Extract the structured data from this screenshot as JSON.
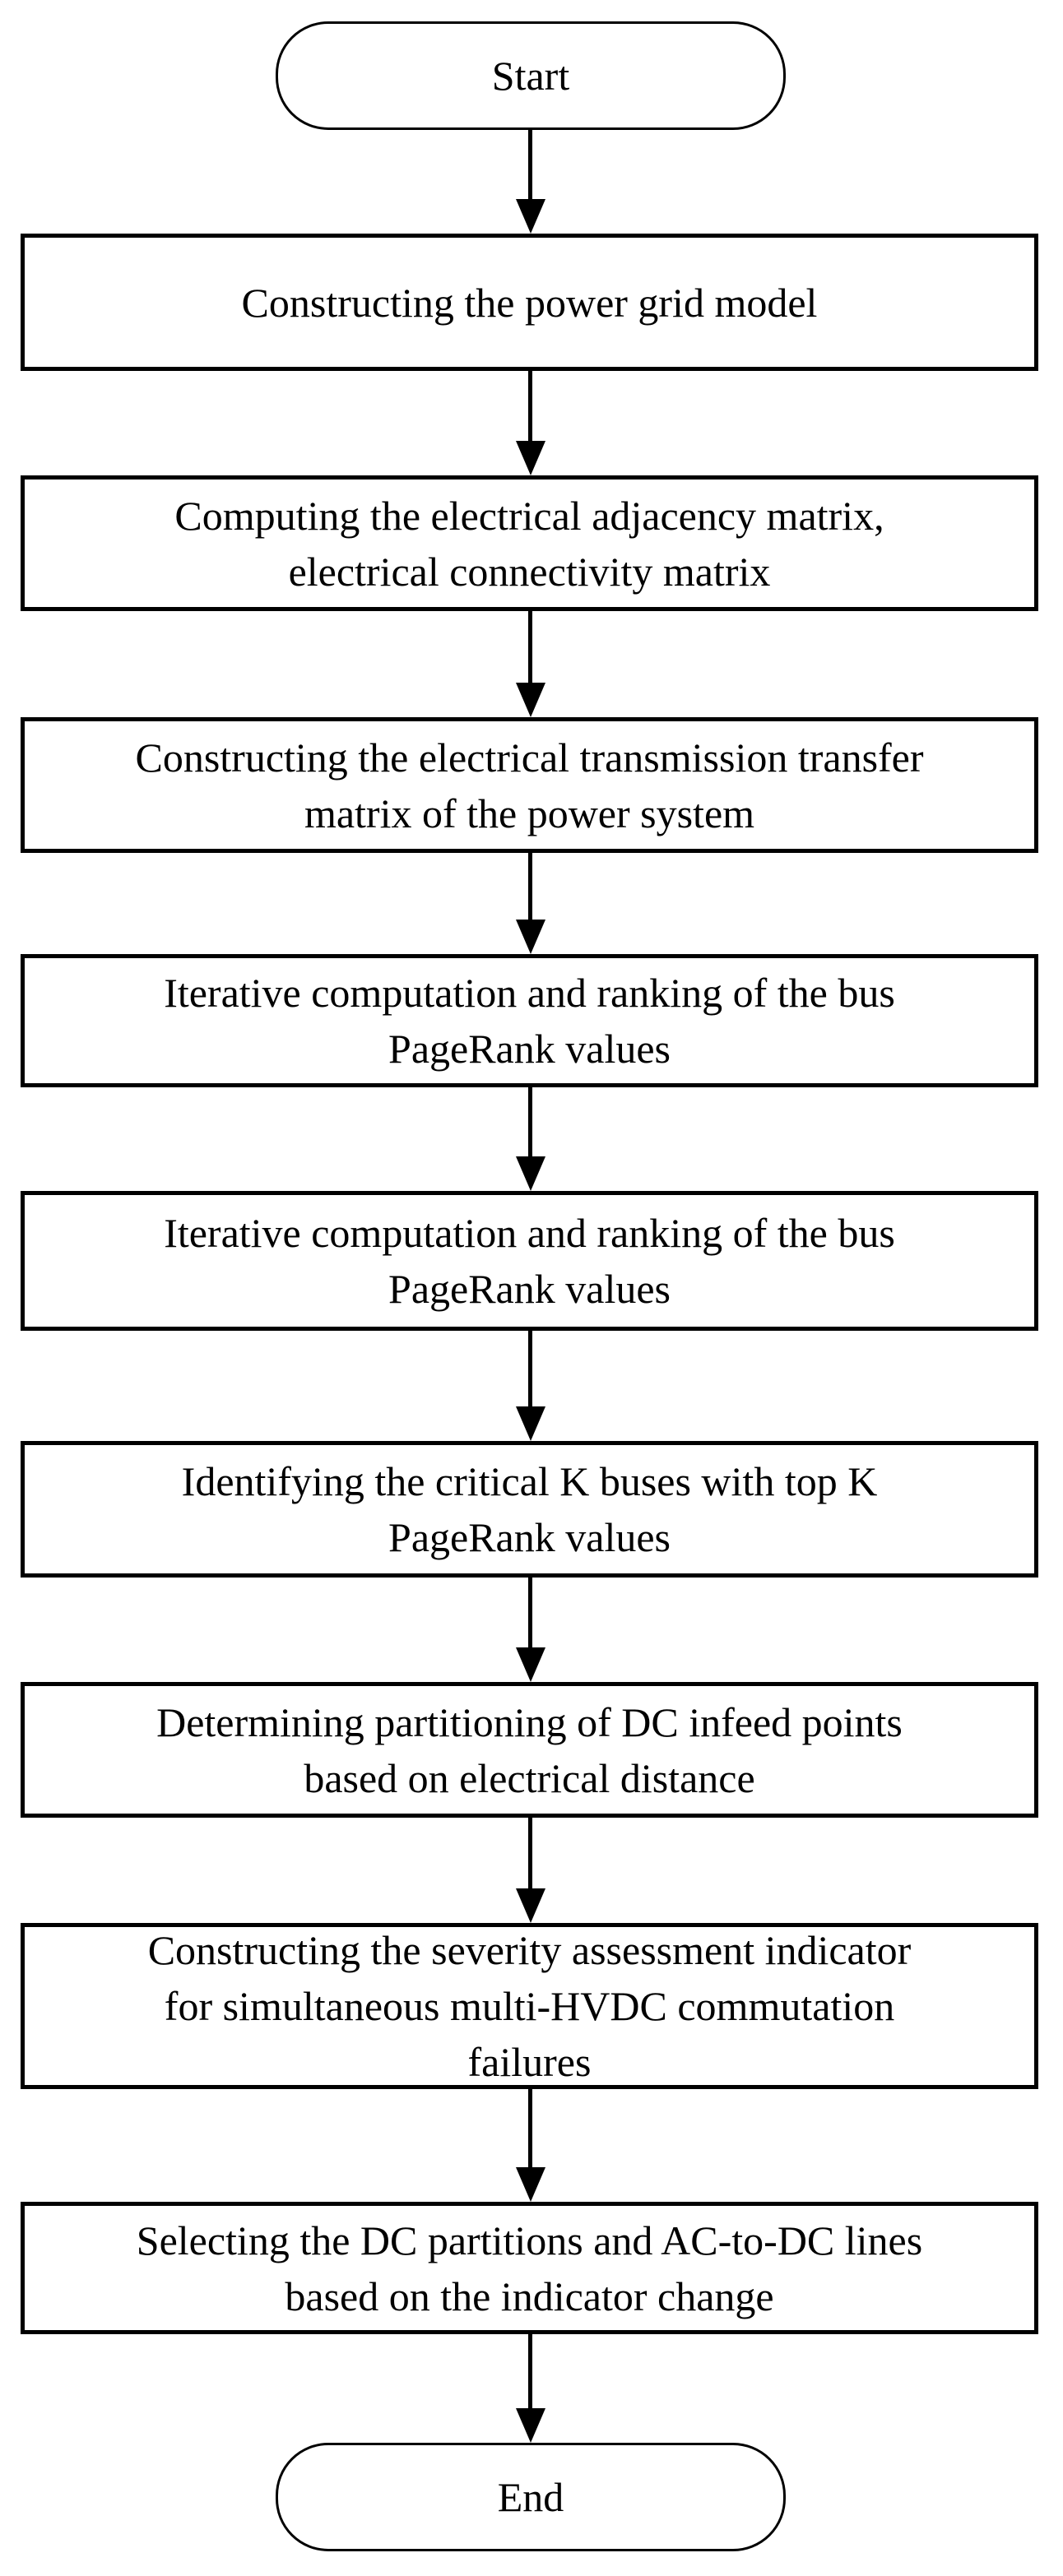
{
  "diagram": {
    "type": "flowchart",
    "background_color": "#ffffff",
    "stroke_color": "#000000",
    "text_color": "#000000",
    "nodes": [
      {
        "id": "start",
        "shape": "terminator",
        "label": "Start"
      },
      {
        "id": "step-1",
        "shape": "process",
        "label": "Constructing the power grid model"
      },
      {
        "id": "step-2",
        "shape": "process",
        "label": "Computing the electrical adjacency matrix,\nelectrical connectivity matrix"
      },
      {
        "id": "step-3",
        "shape": "process",
        "label": "Constructing the electrical transmission transfer\nmatrix of the power system"
      },
      {
        "id": "step-4",
        "shape": "process",
        "label": "Iterative computation and ranking of the bus\nPageRank values"
      },
      {
        "id": "step-5",
        "shape": "process",
        "label": "Iterative computation and ranking of the bus\nPageRank values"
      },
      {
        "id": "step-6",
        "shape": "process",
        "label": "Identifying the critical K buses with top K\nPageRank values"
      },
      {
        "id": "step-7",
        "shape": "process",
        "label": "Determining partitioning of DC infeed points\nbased on electrical distance"
      },
      {
        "id": "step-8",
        "shape": "process",
        "label": "Constructing the severity assessment indicator\nfor simultaneous multi-HVDC commutation\nfailures"
      },
      {
        "id": "step-9",
        "shape": "process",
        "label": "Selecting the DC partitions and AC-to-DC lines\nbased on the indicator change"
      },
      {
        "id": "end",
        "shape": "terminator",
        "label": "End"
      }
    ],
    "edges": [
      {
        "from": "start",
        "to": "step-1",
        "direction": "down"
      },
      {
        "from": "step-1",
        "to": "step-2",
        "direction": "down"
      },
      {
        "from": "step-2",
        "to": "step-3",
        "direction": "down"
      },
      {
        "from": "step-3",
        "to": "step-4",
        "direction": "down"
      },
      {
        "from": "step-4",
        "to": "step-5",
        "direction": "down"
      },
      {
        "from": "step-5",
        "to": "step-6",
        "direction": "down"
      },
      {
        "from": "step-6",
        "to": "step-7",
        "direction": "down"
      },
      {
        "from": "step-7",
        "to": "step-8",
        "direction": "down"
      },
      {
        "from": "step-8",
        "to": "step-9",
        "direction": "down"
      },
      {
        "from": "step-9",
        "to": "end",
        "direction": "down"
      }
    ]
  }
}
